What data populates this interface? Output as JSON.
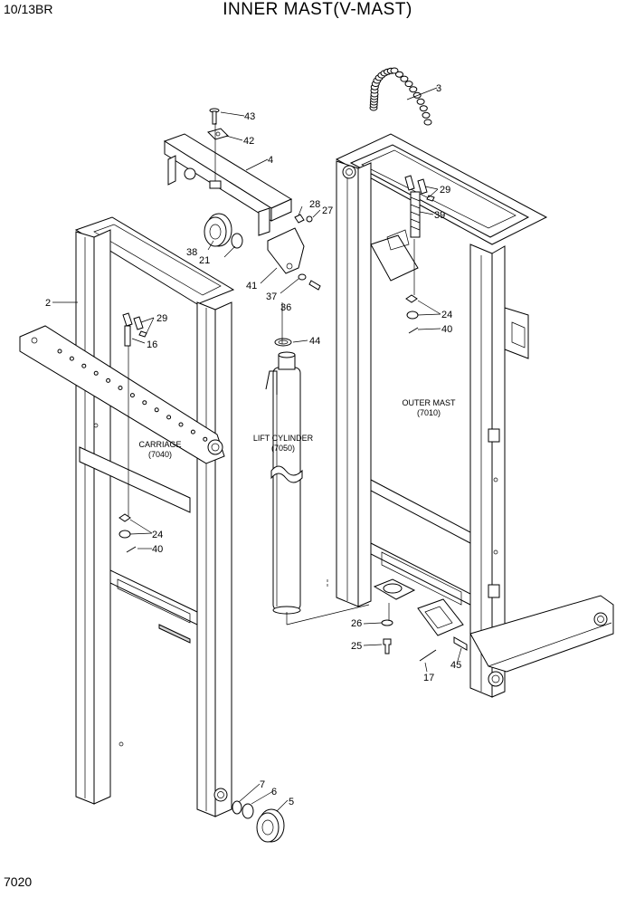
{
  "header": {
    "model_code": "10/13BR",
    "title": "INNER MAST(V-MAST)"
  },
  "footer": {
    "page_number": "7020"
  },
  "assemblies": {
    "outer_mast": {
      "name": "OUTER MAST",
      "ref": "(7010)"
    },
    "lift_cylinder": {
      "name": "LIFT CYLINDER",
      "ref": "(7050)"
    },
    "carriage": {
      "name": "CARRIAGE",
      "ref": "(7040)"
    }
  },
  "part_callouts": {
    "p2": "2",
    "p3": "3",
    "p4": "4",
    "p5": "5",
    "p6": "6",
    "p7": "7",
    "p16": "16",
    "p17": "17",
    "p21": "21",
    "p24_upper": "24",
    "p24_lower": "24",
    "p25": "25",
    "p26": "26",
    "p27": "27",
    "p28": "28",
    "p29_upper": "29",
    "p29_lower": "29",
    "p36": "36",
    "p37": "37",
    "p38": "38",
    "p39": "39",
    "p40_upper": "40",
    "p40_lower": "40",
    "p41": "41",
    "p42": "42",
    "p43": "43",
    "p44": "44",
    "p45": "45"
  }
}
